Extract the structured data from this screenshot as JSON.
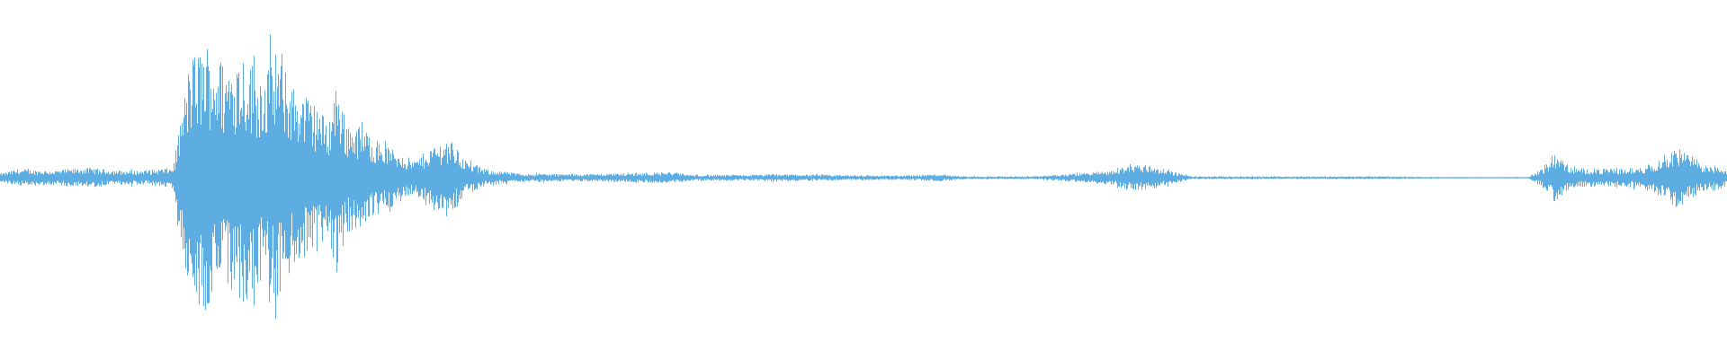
{
  "waveform": {
    "color": "#5dade2",
    "background": "#ffffff",
    "sample_count": 1920,
    "amplitude_envelope": [
      [
        0.0,
        0.03
      ],
      [
        0.01,
        0.06
      ],
      [
        0.03,
        0.05
      ],
      [
        0.05,
        0.07
      ],
      [
        0.07,
        0.05
      ],
      [
        0.08,
        0.05
      ],
      [
        0.09,
        0.06
      ],
      [
        0.1,
        0.07
      ],
      [
        0.105,
        0.45
      ],
      [
        0.11,
        0.85
      ],
      [
        0.12,
        0.95
      ],
      [
        0.13,
        0.8
      ],
      [
        0.14,
        0.9
      ],
      [
        0.15,
        0.75
      ],
      [
        0.16,
        0.85
      ],
      [
        0.17,
        0.65
      ],
      [
        0.18,
        0.55
      ],
      [
        0.19,
        0.4
      ],
      [
        0.195,
        0.7
      ],
      [
        0.2,
        0.4
      ],
      [
        0.21,
        0.35
      ],
      [
        0.22,
        0.25
      ],
      [
        0.23,
        0.18
      ],
      [
        0.24,
        0.12
      ],
      [
        0.25,
        0.22
      ],
      [
        0.26,
        0.28
      ],
      [
        0.27,
        0.12
      ],
      [
        0.28,
        0.06
      ],
      [
        0.3,
        0.03
      ],
      [
        0.33,
        0.025
      ],
      [
        0.36,
        0.03
      ],
      [
        0.39,
        0.04
      ],
      [
        0.4,
        0.02
      ],
      [
        0.43,
        0.02
      ],
      [
        0.45,
        0.025
      ],
      [
        0.48,
        0.02
      ],
      [
        0.52,
        0.015
      ],
      [
        0.545,
        0.025
      ],
      [
        0.56,
        0.01
      ],
      [
        0.6,
        0.01
      ],
      [
        0.645,
        0.05
      ],
      [
        0.655,
        0.1
      ],
      [
        0.665,
        0.09
      ],
      [
        0.68,
        0.04
      ],
      [
        0.69,
        0.01
      ],
      [
        0.72,
        0.01
      ],
      [
        0.76,
        0.01
      ],
      [
        0.8,
        0.01
      ],
      [
        0.84,
        0.005
      ],
      [
        0.885,
        0.005
      ],
      [
        0.895,
        0.08
      ],
      [
        0.9,
        0.18
      ],
      [
        0.91,
        0.07
      ],
      [
        0.93,
        0.06
      ],
      [
        0.95,
        0.07
      ],
      [
        0.96,
        0.12
      ],
      [
        0.97,
        0.22
      ],
      [
        0.98,
        0.15
      ],
      [
        0.99,
        0.08
      ],
      [
        1.0,
        0.06
      ]
    ]
  }
}
